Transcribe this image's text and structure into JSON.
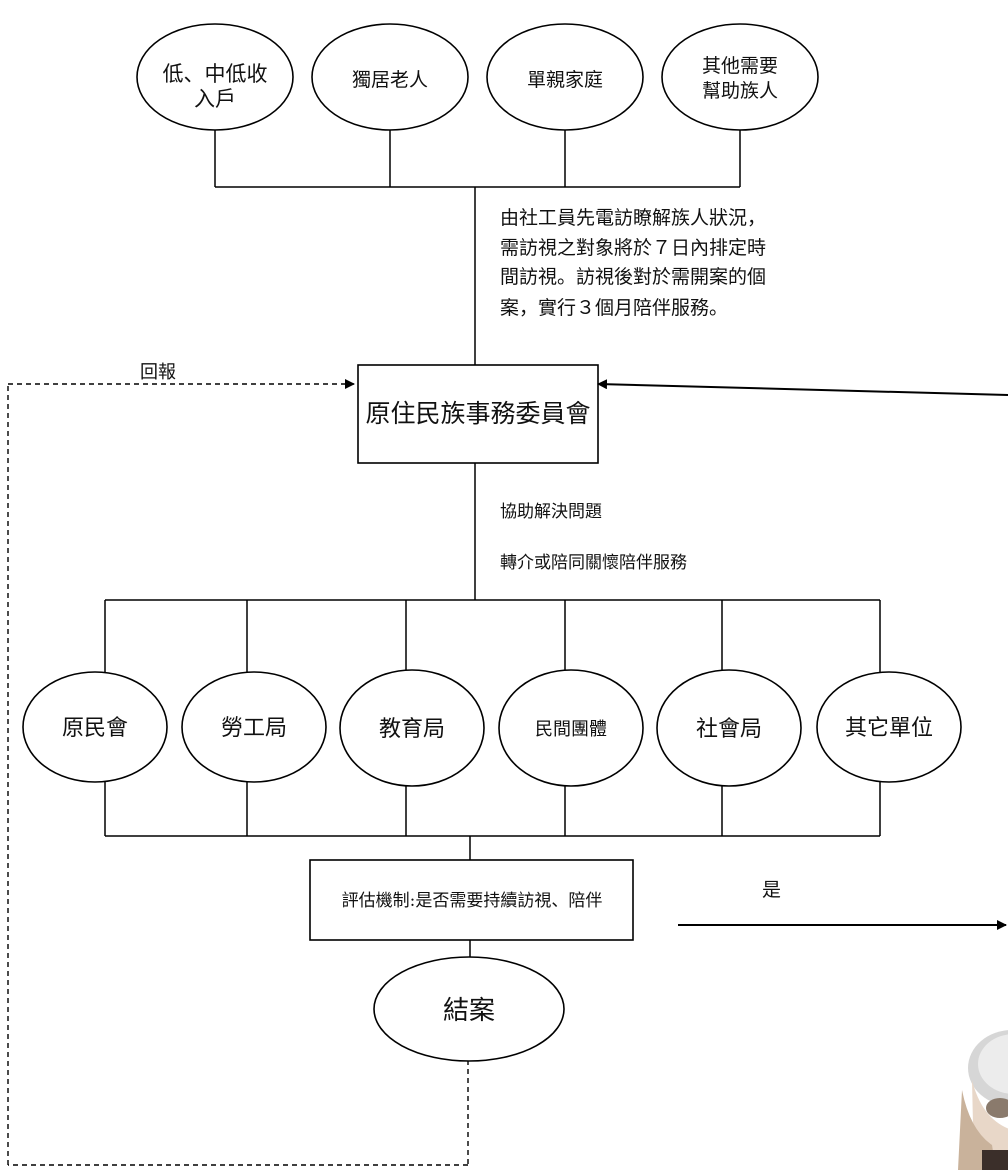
{
  "top_groups": [
    {
      "line1": "低、中低收",
      "line2": "入戶"
    },
    {
      "line1": "獨居老人",
      "line2": ""
    },
    {
      "line1": "單親家庭",
      "line2": ""
    },
    {
      "line1": "其他需要",
      "line2": "幫助族人"
    }
  ],
  "intake_note": [
    "由社工員先電訪瞭解族人狀況，",
    "需訪視之對象將於７日內排定時",
    "間訪視。訪視後對於需開案的個",
    "案，實行３個月陪伴服務。"
  ],
  "report_label": "回報",
  "council_label": "原住民族事務委員會",
  "assist_note": [
    "協助解決問題",
    "轉介或陪同關懷陪伴服務"
  ],
  "agencies": [
    "原民會",
    "勞工局",
    "教育局",
    "民間團體",
    "社會局",
    "其它單位"
  ],
  "evaluation_label": "評估機制:是否需要持續訪視、陪伴",
  "yes_label": "是",
  "close_label": "結案"
}
